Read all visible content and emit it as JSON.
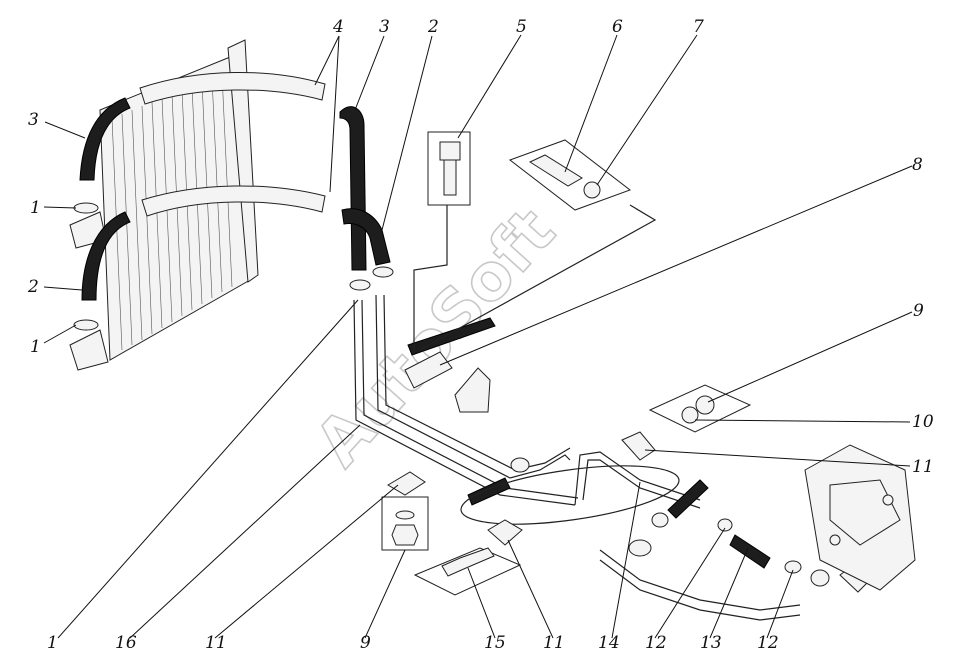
{
  "watermark": "AutoSoft",
  "callouts": {
    "c1a": "1",
    "c1b": "1",
    "c1c": "1",
    "c2a": "2",
    "c2b": "2",
    "c3a": "3",
    "c3b": "3",
    "c4": "4",
    "c5": "5",
    "c6": "6",
    "c7": "7",
    "c8": "8",
    "c9a": "9",
    "c9b": "9",
    "c10": "10",
    "c11a": "11",
    "c11b": "11",
    "c11c": "11",
    "c12a": "12",
    "c12b": "12",
    "c13": "13",
    "c14": "14",
    "c15": "15",
    "c16": "16"
  },
  "colors": {
    "ink": "#111111",
    "hose": "#1d1d1d",
    "watermark": "#c8c8c8"
  }
}
